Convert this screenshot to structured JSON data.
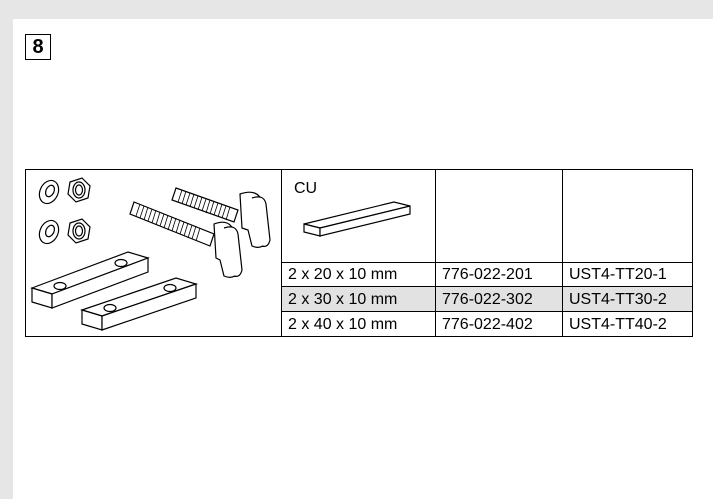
{
  "step": {
    "number": "8"
  },
  "table": {
    "material_label": "CU",
    "rows": [
      {
        "size": "2 x 20 x 10 mm",
        "part_number": "776-022-201",
        "code": "UST4-TT20-1",
        "shaded": false
      },
      {
        "size": "2 x 30 x 10 mm",
        "part_number": "776-022-302",
        "code": "UST4-TT30-2",
        "shaded": true
      },
      {
        "size": "2 x 40 x 10 mm",
        "part_number": "776-022-402",
        "code": "UST4-TT40-2",
        "shaded": false
      }
    ]
  },
  "icons": [
    "washer-icon",
    "nut-icon",
    "bolt-icon",
    "clamp-plate-icon",
    "copper-bar-icon"
  ]
}
